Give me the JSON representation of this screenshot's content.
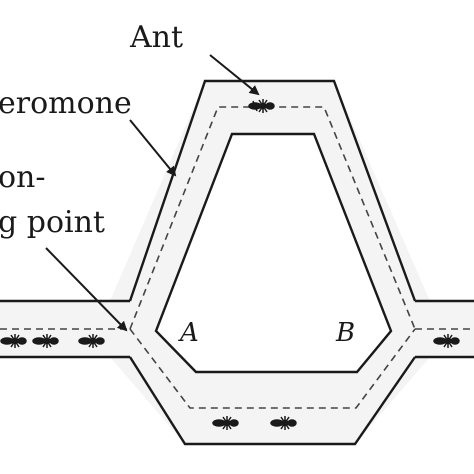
{
  "labels": {
    "ant": "Ant",
    "pheromone": "eromone",
    "decision_line1": "on-",
    "decision_line2": "g point",
    "point_a": "A",
    "point_b": "B"
  },
  "colors": {
    "background": "#ffffff",
    "path_fill": "#f4f4f4",
    "stroke": "#1a1a1a",
    "trail": "#444444"
  }
}
